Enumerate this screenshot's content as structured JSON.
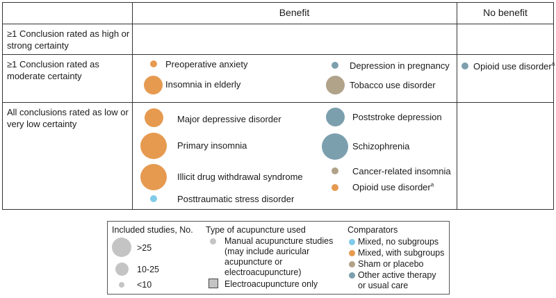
{
  "header": {
    "benefit": "Benefit",
    "no_benefit": "No benefit"
  },
  "rows": [
    {
      "label": "≥1 Conclusion rated as high or strong certainty"
    },
    {
      "label": "≥1 Conclusion rated as moderate certainty"
    },
    {
      "label": "All conclusions rated as low or very low certainty"
    }
  ],
  "items": {
    "preoperative_anxiety": "Preoperative anxiety",
    "insomnia_elderly": "Insomnia in elderly",
    "depression_pregnancy": "Depression in pregnancy",
    "tobacco_use": "Tobacco use disorder",
    "opioid_nobenefit": "Opioid use disorder",
    "major_depressive": "Major depressive disorder",
    "primary_insomnia": "Primary insomnia",
    "illicit_drug": "Illicit drug withdrawal syndrome",
    "ptsd": "Posttraumatic stress disorder",
    "poststroke": "Poststroke depression",
    "schizophrenia": "Schizophrenia",
    "cancer_insomnia": "Cancer-related insomnia",
    "opioid_benefit": "Opioid use disorder",
    "footnote_mark": "a"
  },
  "legend": {
    "studies_title": "Included studies, No.",
    "size_large": ">25",
    "size_medium": "10-25",
    "size_small": "<10",
    "type_title": "Type of acupuncture used",
    "type_manual_1": "Manual acupuncture studies",
    "type_manual_2": "(may include auricular",
    "type_manual_3": "acupuncture or",
    "type_manual_4": "electroacupuncture)",
    "type_electro": "Electroacupuncture only",
    "comp_title": "Comparators",
    "comp_mixed": "Mixed, no subgroups",
    "comp_subgroups": "Mixed, with subgroups",
    "comp_sham": "Sham or placebo",
    "comp_other_1": "Other active therapy",
    "comp_other_2": "or usual care"
  },
  "colors": {
    "mixed_no_subgroups": "#7fcbe8",
    "mixed_with_subgroups": "#e69a50",
    "sham_or_placebo": "#b1a28a",
    "other_active": "#7c9fae",
    "manual_grey": "#c4c4c4"
  }
}
